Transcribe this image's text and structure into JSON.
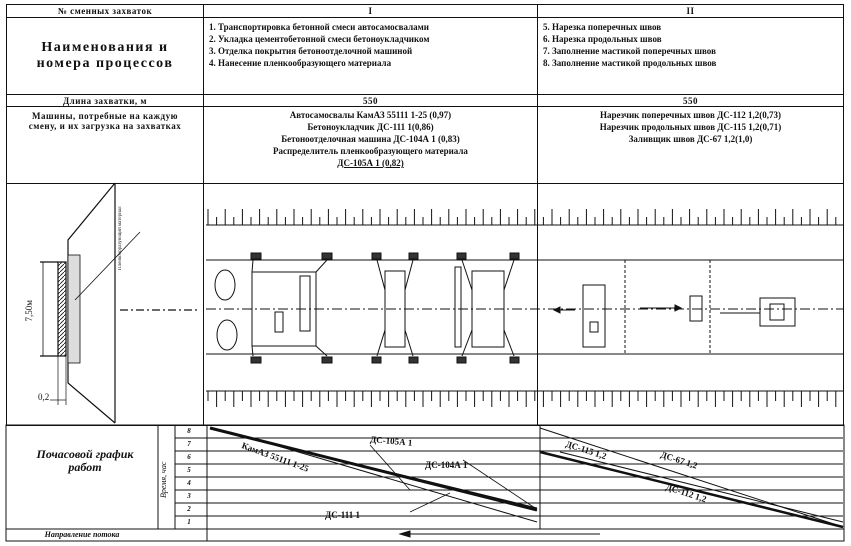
{
  "header": {
    "col_label": "№ сменных захваток",
    "col1": "I",
    "col2": "II"
  },
  "processes": {
    "label": "Наименования и номера процессов",
    "col1": [
      "1. Транспортировка бетонной смеси автосамосвалами",
      "2. Укладка цементобетонной смеси бетоноукладчиком",
      "3. Отделка покрытия бетоноотделочной машиной",
      "4. Нанесение пленкообразующего материала"
    ],
    "col2": [
      "5. Нарезка поперечных швов",
      "6. Нарезка продольных швов",
      "7. Заполнение мастикой поперечных швов",
      "8. Заполнение мастикой продольных швов"
    ]
  },
  "length": {
    "label": "Длина захватки, м",
    "col1": "550",
    "col2": "550"
  },
  "machines": {
    "label": "Машины, потребные на каждую смену, и их загрузка на захватках",
    "col1": [
      "Автосамосвалы КамАЗ 55111 1-25 (0,97)",
      "Бетоноукладчик ДС-111 1(0,86)",
      "Бетоноотделочная машина ДС-104А 1 (0,83)",
      "Распределитель пленкообразующего материала",
      "ДС-105А 1 (0,82)"
    ],
    "col2": [
      "Нарезчик поперечных швов ДС-112 1,2(0,73)",
      "Нарезчик продольных швов ДС-115 1,2(0,71)",
      "Заливщик швов ДС-67 1,2(1,0)"
    ]
  },
  "drawing": {
    "width_label": "7,50м",
    "offset_label": "0,2",
    "film_label": "Пленкообразующий материал"
  },
  "schedule": {
    "label": "Почасовой график работ",
    "axis_label": "Время, час",
    "hours": [
      "8",
      "7",
      "6",
      "5",
      "4",
      "3",
      "2",
      "1"
    ],
    "lines_col1": [
      "ДС-105А 1",
      "КамАЗ 55111 1-25",
      "ДС-104А 1",
      "ДС-111 1"
    ],
    "lines_col2": [
      "ДС-115 1,2",
      "ДС-67 1,2",
      "ДС-112 1,2"
    ]
  },
  "direction": {
    "label": "Направление потока"
  }
}
